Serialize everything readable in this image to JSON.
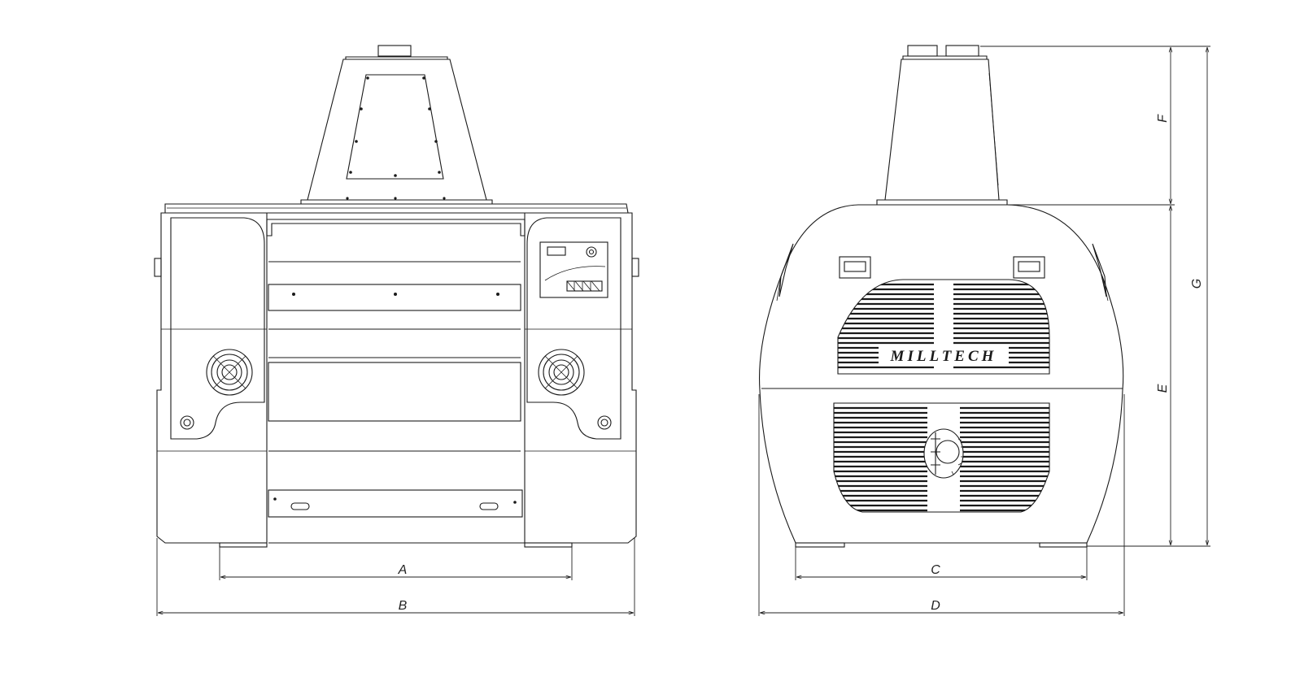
{
  "brand": {
    "name": "MILLTECH"
  },
  "dimensions": {
    "A": "A",
    "B": "B",
    "C": "C",
    "D": "D",
    "E": "E",
    "F": "F",
    "G": "G"
  },
  "icons": {
    "front_view": "machine-front-view",
    "side_view": "machine-side-view",
    "logo": "gear-logo-icon"
  }
}
